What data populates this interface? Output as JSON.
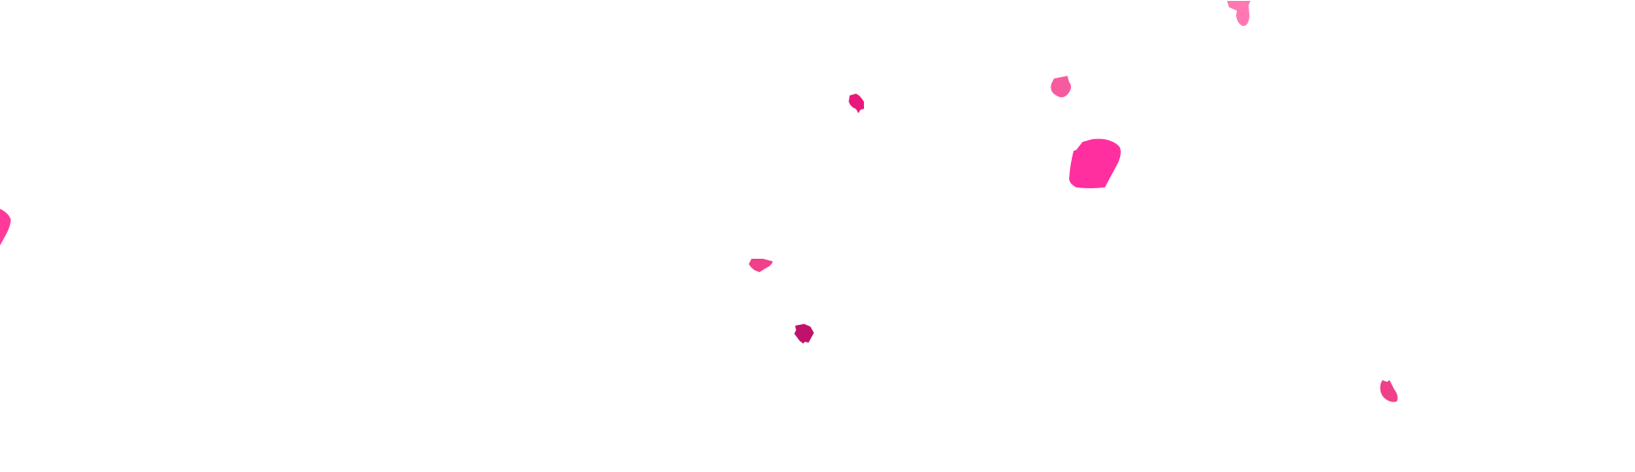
{
  "scene": {
    "background": "#ffffff",
    "petals": [
      {
        "name": "petal-top-right",
        "color": "#ff78b4"
      },
      {
        "name": "petal-upper-right-small",
        "color": "#f75b9f"
      },
      {
        "name": "petal-upper-center",
        "color": "#e8197a"
      },
      {
        "name": "petal-large",
        "color": "#ff2fa0"
      },
      {
        "name": "petal-left-edge",
        "color": "#ff3a9a"
      },
      {
        "name": "petal-center",
        "color": "#f0408a"
      },
      {
        "name": "petal-center-lower",
        "color": "#c0126a"
      },
      {
        "name": "petal-bottom-right",
        "color": "#f0408a"
      }
    ]
  }
}
